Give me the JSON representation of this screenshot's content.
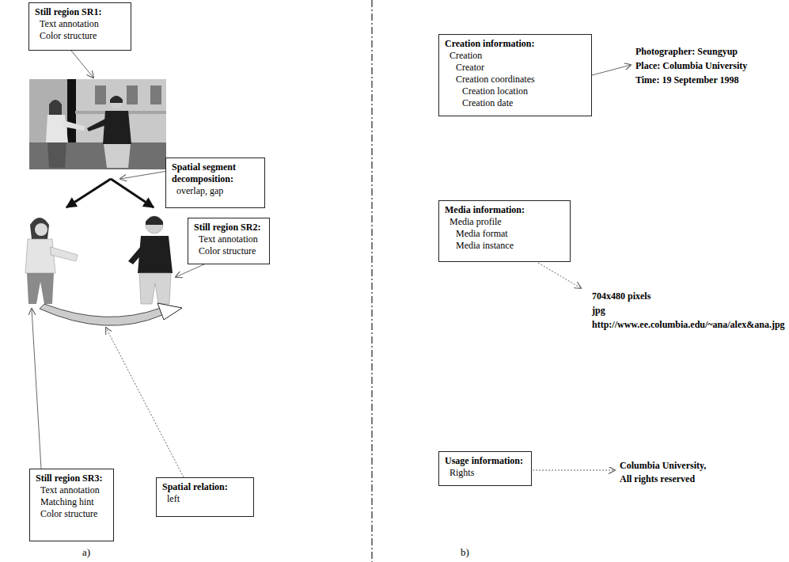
{
  "diagram": {
    "nodes": [
      {
        "text": [
          "Still region SR1:",
          "Text annotation",
          "Color structure"
        ]
      },
      {
        "text": [
          "Spatial segment decomposition:",
          "overlap, gap"
        ]
      },
      {
        "text": [
          "Still region SR2:",
          "Text annotation",
          "Color structure"
        ]
      },
      {
        "text": [
          "Still region SR3:",
          "Text annotation",
          "Matching hint",
          "Color structure"
        ]
      },
      {
        "text": [
          "Spatial relation:",
          "left"
        ]
      },
      {
        "text": [
          "Creation information:",
          "Creation",
          "Creator",
          "Creation coordinates",
          "Creation location",
          "Creation date"
        ]
      },
      {
        "text": [
          "Media information:",
          "Media profile",
          "Media format",
          "Media instance"
        ]
      },
      {
        "text": [
          "Usage information:",
          "Rights"
        ]
      }
    ],
    "labels": [
      "Photographer: Seungyup",
      "Place: Columbia University",
      "Time: 19 September 1998",
      "704x480 pixels",
      "jpg",
      "http://www.ee.columbia.edu/~ana/alex&ana.jpg",
      "Columbia University,",
      "All rights reserved",
      "a)",
      "b)"
    ]
  }
}
